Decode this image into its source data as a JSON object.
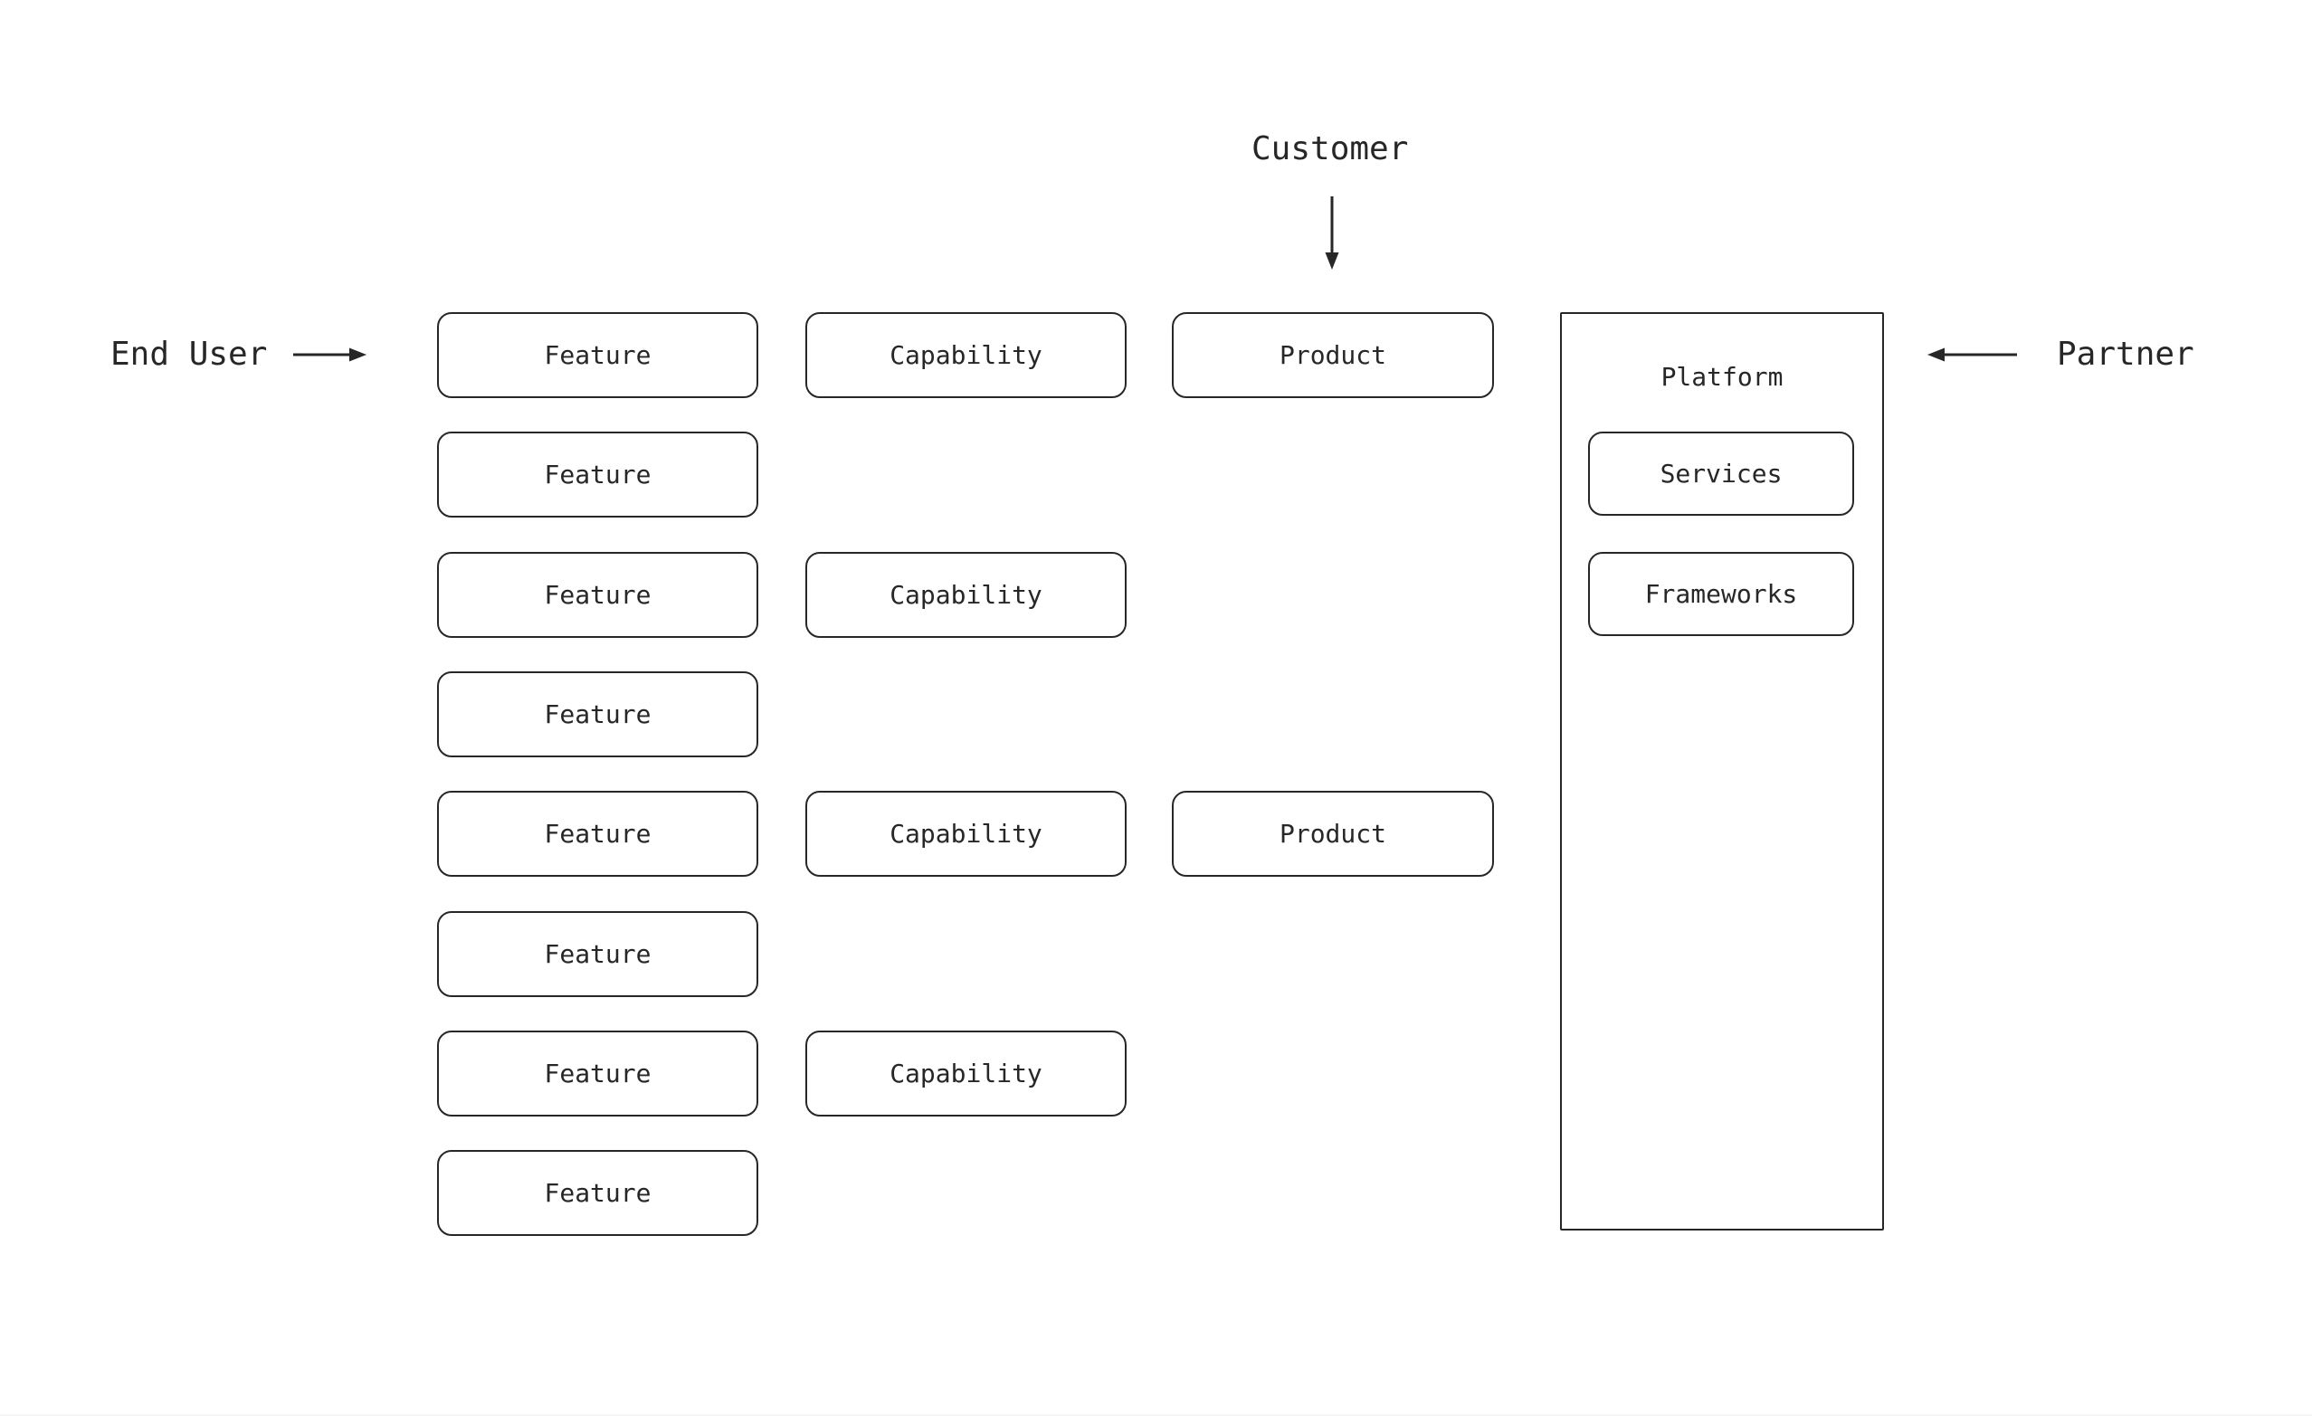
{
  "diagram": {
    "actors": {
      "end_user": "End User",
      "customer": "Customer",
      "partner": "Partner"
    },
    "node_labels": {
      "feature": "Feature",
      "capability": "Capability",
      "product": "Product"
    },
    "counts": {
      "feature": 8,
      "capability": 4,
      "product": 2
    },
    "platform": {
      "title": "Platform",
      "items": [
        "Services",
        "Frameworks"
      ]
    },
    "colors": {
      "ink": "#272727",
      "background": "#ffffff"
    }
  }
}
